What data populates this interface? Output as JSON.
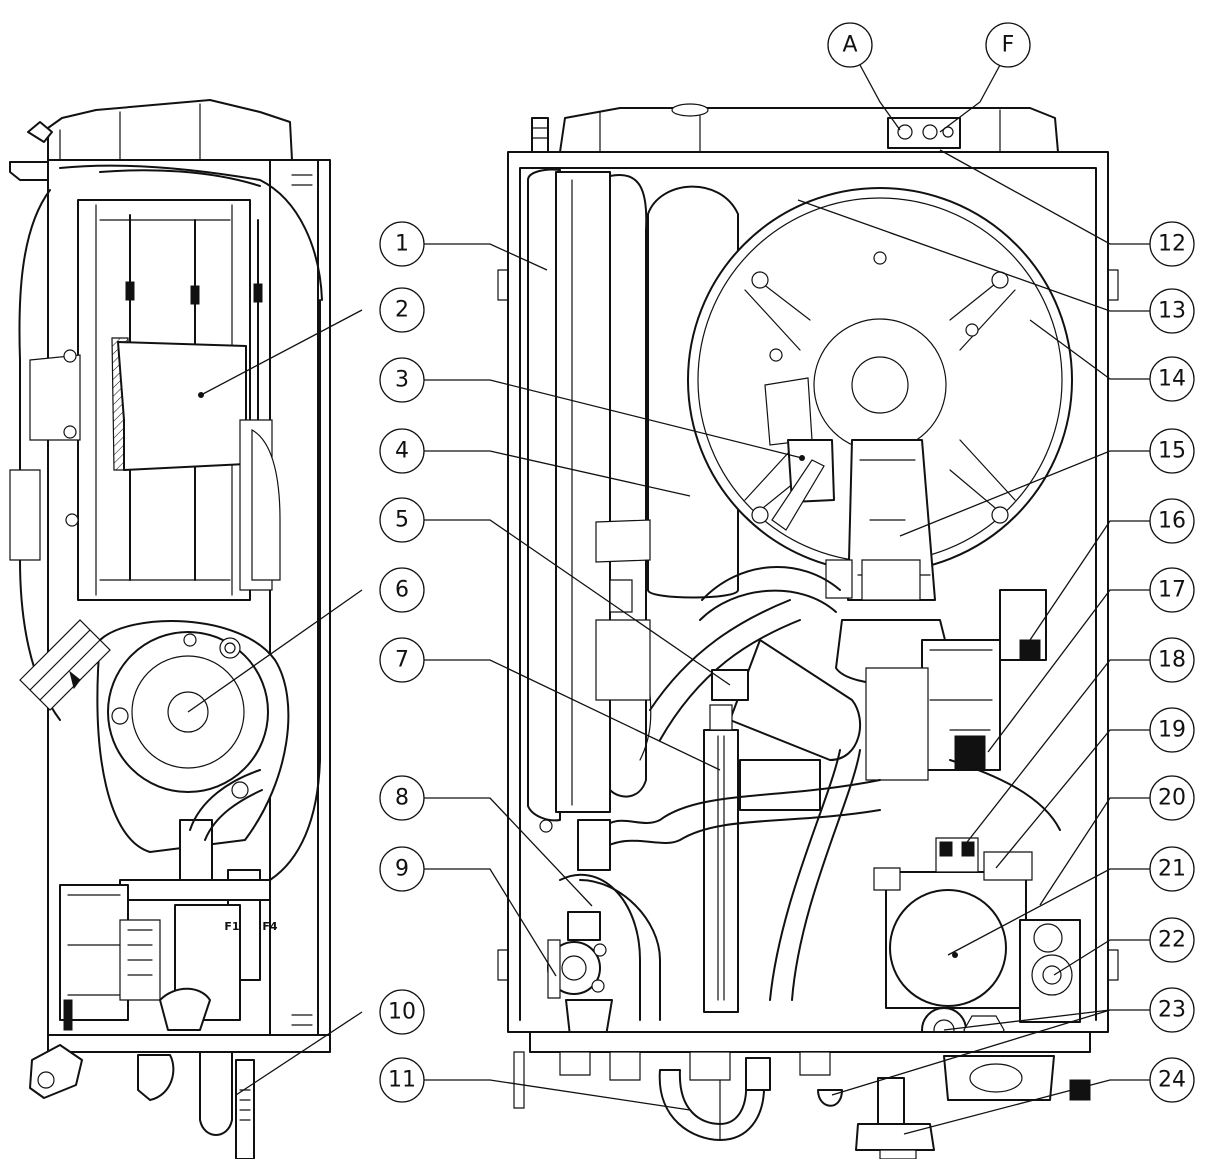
{
  "callouts": [
    {
      "label": "A"
    },
    {
      "label": "F"
    },
    {
      "label": "1"
    },
    {
      "label": "2"
    },
    {
      "label": "3"
    },
    {
      "label": "4"
    },
    {
      "label": "5"
    },
    {
      "label": "6"
    },
    {
      "label": "7"
    },
    {
      "label": "8"
    },
    {
      "label": "9"
    },
    {
      "label": "10"
    },
    {
      "label": "11"
    },
    {
      "label": "12"
    },
    {
      "label": "13"
    },
    {
      "label": "14"
    },
    {
      "label": "15"
    },
    {
      "label": "16"
    },
    {
      "label": "17"
    },
    {
      "label": "18"
    },
    {
      "label": "19"
    },
    {
      "label": "20"
    },
    {
      "label": "21"
    },
    {
      "label": "22"
    },
    {
      "label": "23"
    },
    {
      "label": "24"
    }
  ],
  "part_marks": {
    "f1": "F1",
    "f4": "F4"
  }
}
